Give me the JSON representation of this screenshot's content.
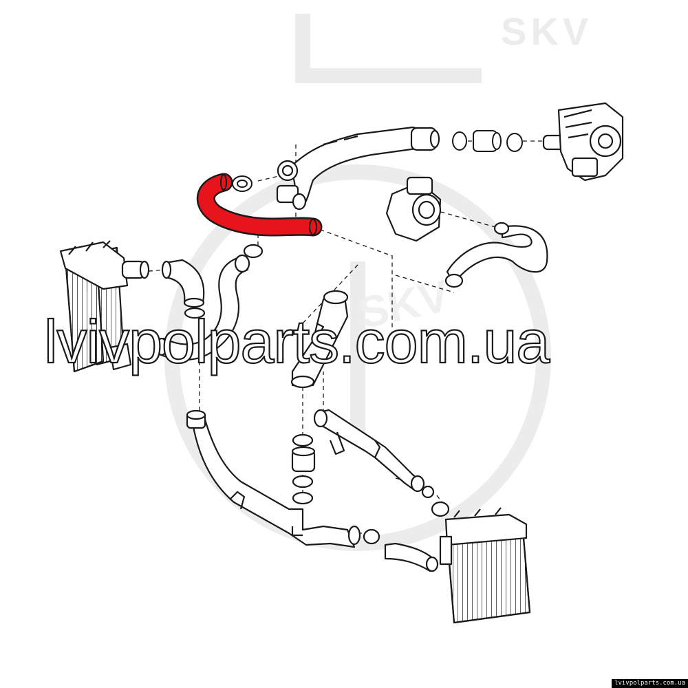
{
  "watermark": {
    "skv_top": "SKV",
    "skv_mid": "SKV",
    "site": "lvivpolparts.com.ua",
    "footer_url": "lvivpolparts.com.ua"
  },
  "highlight_color": "#e8141b",
  "line_color": "#1a1a1a",
  "parts": [
    "pressure-pipe-upper",
    "throttle-body",
    "intercooler-left",
    "intercooler-right",
    "highlighted-hose",
    "turbocharger"
  ]
}
